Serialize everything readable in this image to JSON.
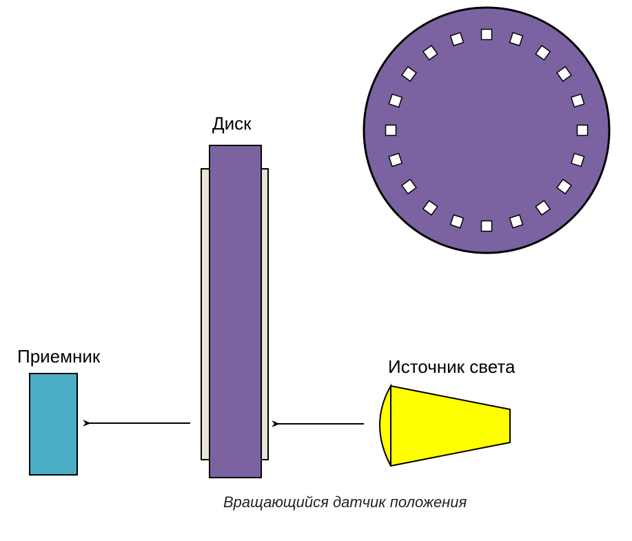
{
  "labels": {
    "disk": "Диск",
    "receiver": "Приемник",
    "light_source": "Источник света"
  },
  "caption": "Вращающийся датчик положения",
  "disk_front": {
    "slot_count": 20
  },
  "colors": {
    "disk": "#7b63a2",
    "disk_backing": "#e8e3d6",
    "receiver": "#4aaec6",
    "light_source": "#ffff00",
    "arrow": "#000000",
    "slot": "#ffffff"
  }
}
